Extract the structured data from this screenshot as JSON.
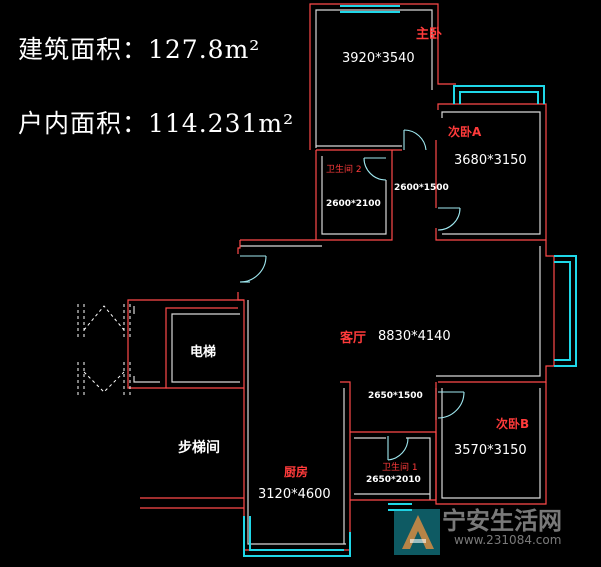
{
  "summary": {
    "building_area": "建筑面积：127.8m²",
    "interior_area": "户内面积：114.231m²"
  },
  "rooms": {
    "master_bedroom": {
      "name": "主卧",
      "size": "3920*3540"
    },
    "second_bedroom_a": {
      "name": "次卧A",
      "size": "3680*3150"
    },
    "bathroom_2": {
      "name": "卫生间 2",
      "size": "2600*2100"
    },
    "corridor_top": {
      "size": "2600*1500"
    },
    "living_room": {
      "name": "客厅",
      "size": "8830*4140"
    },
    "elevator": {
      "name": "电梯"
    },
    "stairwell": {
      "name": "步梯间"
    },
    "corridor_bottom": {
      "size": "2650*1500"
    },
    "second_bedroom_b": {
      "name": "次卧B",
      "size": "3570*3150"
    },
    "bathroom_1": {
      "name": "卫生间 1",
      "size": "2650*2010"
    },
    "kitchen": {
      "name": "厨房",
      "size": "3120*4600"
    }
  },
  "watermark": {
    "title": "宁安生活网",
    "url": "www.231084.com"
  },
  "colors": {
    "wall_outer": "#ff4a4a",
    "wall_inner": "#d8d8d8",
    "window": "#1fd7e8",
    "door": "#9fe8f0",
    "label_red": "#ff3b3b",
    "label_white": "#ffffff"
  }
}
